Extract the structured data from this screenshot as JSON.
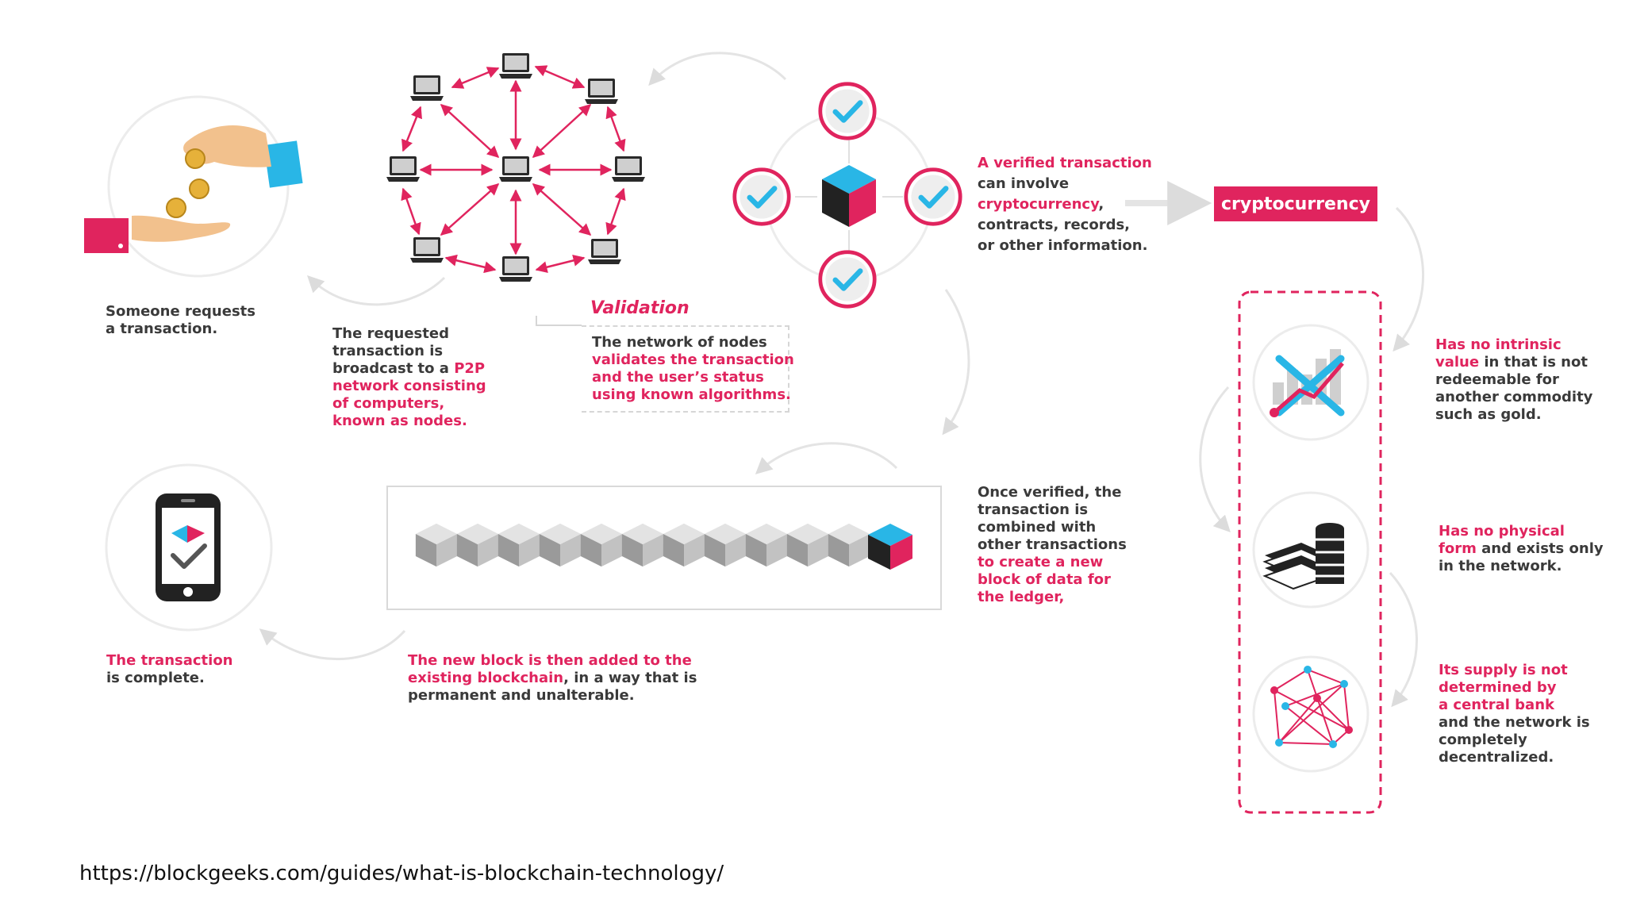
{
  "step1": {
    "line1": "Someone requests",
    "line2": "a transaction."
  },
  "step2": {
    "l1": "The requested",
    "l2": "transaction is",
    "l3a": "broadcast to a ",
    "l3b": "P2P",
    "l4": "network consisting",
    "l5": "of computers,",
    "l6": "known as nodes."
  },
  "validation": {
    "title": "Validation",
    "l1": "The network of nodes",
    "l2": "validates the transaction",
    "l3": "and the user’s status",
    "l4": "using known algorithms."
  },
  "verified": {
    "l1": "A verified transaction",
    "l2": "can involve",
    "l3a": "cryptocurrency",
    "l3b": ",",
    "l4": "contracts, records,",
    "l5": "or other information."
  },
  "crypto_badge": "cryptocurrency",
  "property1": {
    "l1": "Has no intrinsic",
    "l2a": "value",
    "l2b": " in that is not",
    "l3": "redeemable for",
    "l4": "another commodity",
    "l5": "such as gold."
  },
  "property2": {
    "l1": "Has no physical",
    "l2a": "form",
    "l2b": " and exists only",
    "l3": "in the network."
  },
  "property3": {
    "l1": "Its supply is not",
    "l2": "determined by",
    "l3": "a central bank",
    "l4": "and the network is",
    "l5": "completely",
    "l6": "decentralized."
  },
  "combined": {
    "l1": "Once verified, the",
    "l2": "transaction is",
    "l3": "combined with",
    "l4": "other transactions",
    "l5": "to create a new",
    "l6": "block of data for",
    "l7": "the ledger,"
  },
  "added": {
    "l1": "The new block is then added to the",
    "l2a": "existing blockchain",
    "l2b": ", in a way that is",
    "l3": "permanent and unalterable."
  },
  "complete": {
    "l1": "The transaction",
    "l2": "is complete."
  },
  "source_url": "https://blockgeeks.com/guides/what-is-blockchain-technology/",
  "colors": {
    "accent": "#e0245e",
    "blue": "#29b6e6",
    "dark": "#222222",
    "grey": "#d9d9d9",
    "text": "#3a3a3a"
  },
  "icons": [
    "hand-coins-icon",
    "laptop-icon",
    "check-icon",
    "cube-icon",
    "phone-check-icon",
    "declining-chart-icon",
    "coin-stack-icon",
    "network-icon"
  ]
}
